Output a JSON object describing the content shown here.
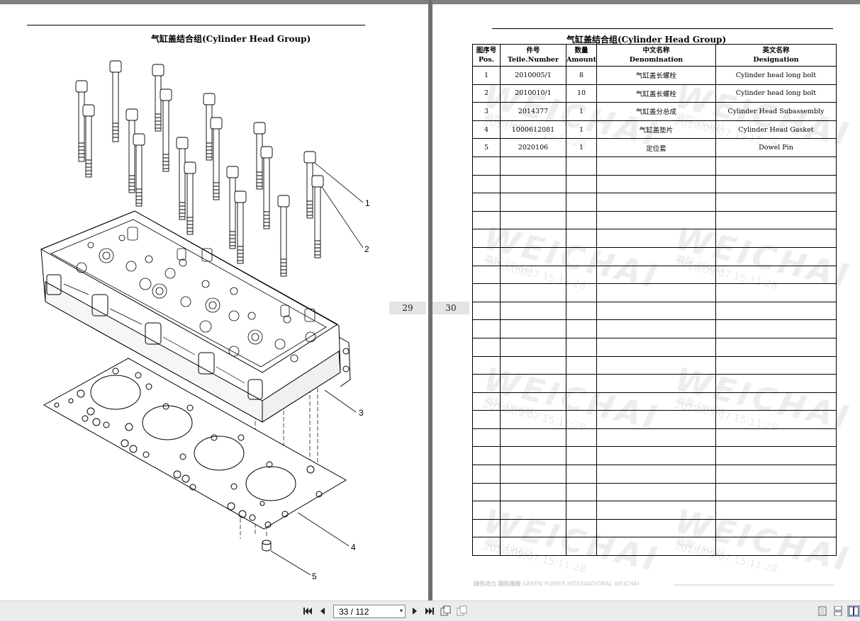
{
  "left_page": {
    "title": "气缸盖结合组(Cylinder Head Group)",
    "page_number": "29",
    "callouts": [
      "1",
      "2",
      "3",
      "4",
      "5"
    ]
  },
  "right_page": {
    "title": "气缸盖结合组(Cylinder Head Group)",
    "page_number": "30",
    "columns": [
      {
        "cn": "图序号",
        "en": "Pos."
      },
      {
        "cn": "件号",
        "en": "Teile.Number"
      },
      {
        "cn": "数量",
        "en": "Amount"
      },
      {
        "cn": "中文名称",
        "en": "Denomination"
      },
      {
        "cn": "英文名称",
        "en": "Designation"
      }
    ],
    "rows": [
      [
        "1",
        "2010005/1",
        "8",
        "气缸盖长螺栓",
        "Cylinder head long bolt"
      ],
      [
        "2",
        "2010010/1",
        "10",
        "气缸盖长螺栓",
        "Cylinder head long bolt"
      ],
      [
        "3",
        "2014377",
        "1",
        "气缸盖分总成",
        "Cylinder Head Subassembly"
      ],
      [
        "4",
        "1000612081",
        "1",
        "气缸盖垫片",
        "Cylinder Head Gasket"
      ],
      [
        "5",
        "2020106",
        "1",
        "定位套",
        "Dowel Pin"
      ]
    ],
    "empty_rows": 22,
    "footer_cn": "绿色动力  国际潍柴",
    "footer_en": "GREEN POWER INTERNATIONAL WEICHAI"
  },
  "watermark": {
    "logo": "WEICHAI",
    "stamp_line1": "潍柴 (suiz)",
    "stamp_line2": "2018/09/07 15:11:28"
  },
  "toolbar": {
    "page_indicator": "33 / 112"
  }
}
